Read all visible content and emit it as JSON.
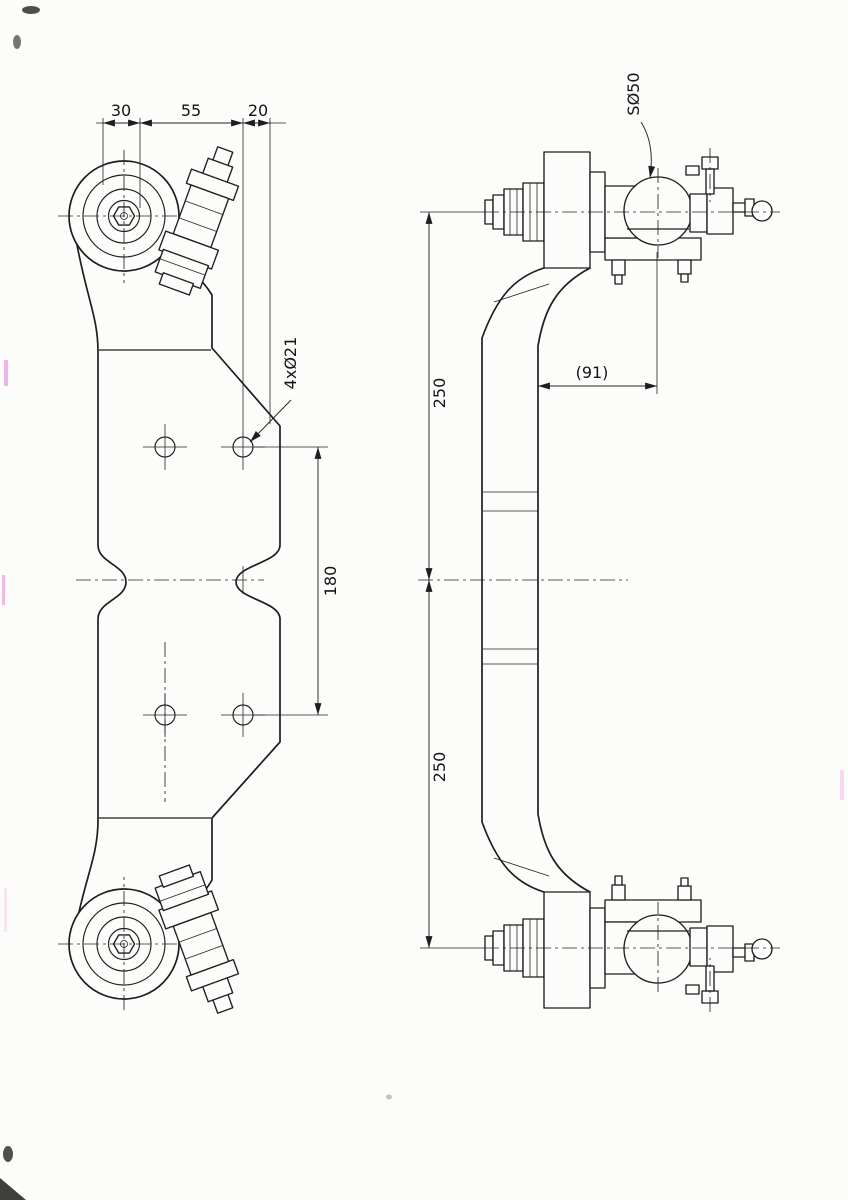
{
  "document": {
    "kind": "scanned engineering drawing",
    "subject": "tow-ball drawbar, front view and side view",
    "colors": {
      "paper": "#fcfcfa",
      "ink": "#1e1e1e",
      "artifact_pink": "#e878d8"
    }
  },
  "front_view": {
    "dim_chain_top": {
      "values": [
        "30",
        "55",
        "20"
      ]
    },
    "hole_callout": "4xØ21",
    "dim_height": "180"
  },
  "side_view": {
    "ball_callout": "SØ50",
    "dim_offset": "(91)",
    "dim_upper": "250",
    "dim_lower": "250"
  }
}
